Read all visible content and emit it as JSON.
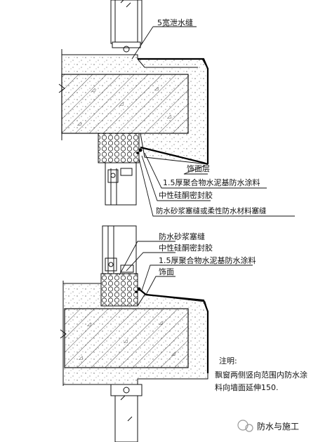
{
  "top_detail": {
    "label_drain_gap": "5宽泄水缝",
    "label_finish_layer": "饰面层",
    "label_polymer_coating": "1.5厚聚合物水泥基防水涂料",
    "label_sealant": "中性硅酮密封胶",
    "label_joint_fill": "防水砂浆塞缝或柔性防水材料塞缝"
  },
  "bottom_detail": {
    "label_mortar_joint": "防水砂浆塞缝",
    "label_sealant": "中性硅酮密封胶",
    "label_polymer_coating": "1.5厚聚合物水泥基防水涂料",
    "label_finish": "饰面"
  },
  "notes": {
    "title": "注明:",
    "line1": "飘窗两侧竖向范围内防水涂",
    "line2": "料向墙面延伸150."
  },
  "watermark": {
    "text": "防水与施工"
  }
}
